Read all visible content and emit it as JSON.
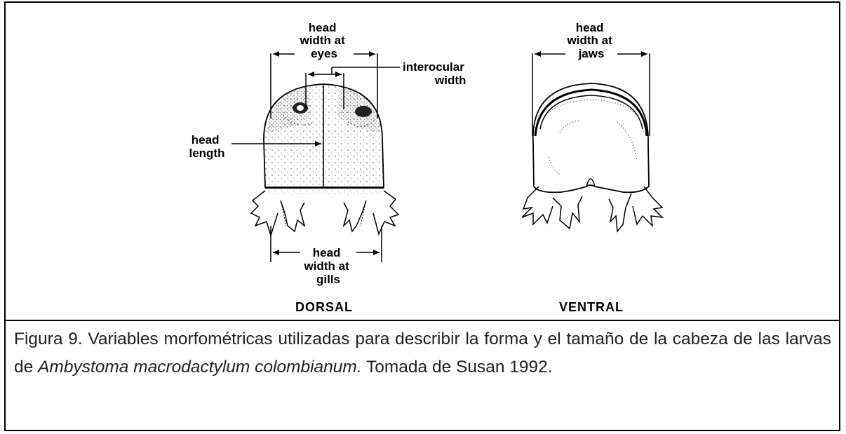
{
  "figure": {
    "dorsal": {
      "view_label": "DORSAL",
      "labels": {
        "head_width_eyes": [
          "head",
          "width at",
          "eyes"
        ],
        "interocular": [
          "interocular",
          "width"
        ],
        "head_length": [
          "head",
          "length"
        ],
        "head_width_gills": [
          "head",
          "width at",
          "gills"
        ]
      }
    },
    "ventral": {
      "view_label": "VENTRAL",
      "labels": {
        "head_width_jaws": [
          "head",
          "width at",
          "jaws"
        ]
      }
    }
  },
  "caption": {
    "part1": "Figura 9. Variables morfométricas utilizadas para describir la forma y el tamaño de la cabeza de las larvas de ",
    "species": "Ambystoma macrodactylum colombianum.",
    "part2": " Tomada de Susan 1992."
  }
}
